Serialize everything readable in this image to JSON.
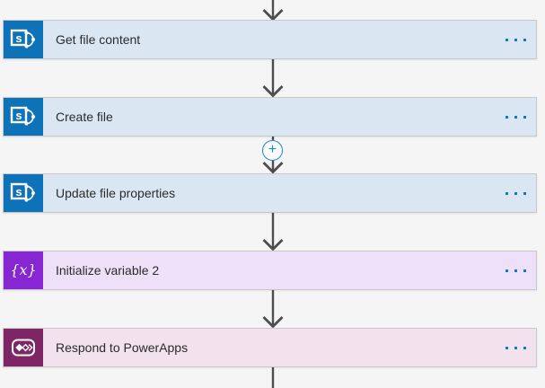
{
  "steps": [
    {
      "title": "Get file content",
      "icon": "sharepoint-icon",
      "icon_bg": "#0e72b8",
      "card_bg": "#dae7f3"
    },
    {
      "title": "Create file",
      "icon": "sharepoint-icon",
      "icon_bg": "#0e72b8",
      "card_bg": "#dae7f3"
    },
    {
      "title": "Update file properties",
      "icon": "sharepoint-icon",
      "icon_bg": "#0e72b8",
      "card_bg": "#dae7f3"
    },
    {
      "title": "Initialize variable 2",
      "icon": "variable-icon",
      "icon_bg": "#8627d3",
      "card_bg": "#eee0f8",
      "icon_glyph": "{x}"
    },
    {
      "title": "Respond to PowerApps",
      "icon": "powerapps-icon",
      "icon_bg": "#7e2566",
      "card_bg": "#f1e2ee"
    }
  ],
  "icons": {
    "more_actions": "ellipsis",
    "insert_step_glyph": "+"
  },
  "colors": {
    "canvas_bg": "#f5f5f5",
    "card_border": "#c8c8c8",
    "arrow": "#4d4d4d",
    "accent_blue": "#0078d4",
    "title_text": "#2b2b2b"
  }
}
